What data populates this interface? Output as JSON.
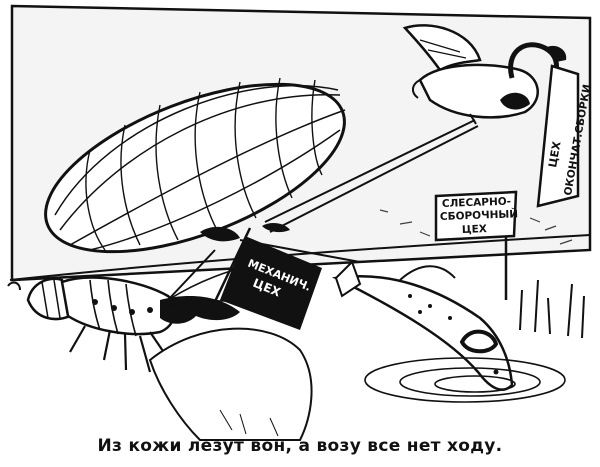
{
  "caption": "Из кожи лезут вон, а  возу все нет ходу.",
  "signs": {
    "meh_line1": "МЕХАНИЧ.",
    "meh_line2": "ЦЕХ",
    "slesar_line1": "СЛЕСАРНО-",
    "slesar_line2": "СБОРОЧНЫЙ",
    "slesar_line3": "ЦЕХ",
    "okonch_line1": "ЦЕХ",
    "okonch_line2": "ОКОНЧАТ.СБОРКИ"
  },
  "colors": {
    "ink": "#111111",
    "paper": "#ffffff",
    "sky": "#f2f2f2"
  }
}
